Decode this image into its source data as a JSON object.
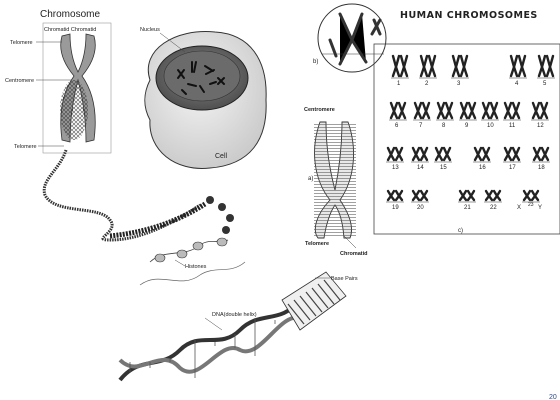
{
  "left_panel": {
    "title": "Chromosome",
    "chromatid_label": "Chromatid Chromatid",
    "telomere_top": "Telomere",
    "centromere": "Centromere",
    "telomere_bottom": "Telomere",
    "nucleus": "Nucleus",
    "cell": "Cell",
    "histones": "Histones",
    "base_pairs": "Base Pairs",
    "dna": "DNA(double helix)"
  },
  "right_panel": {
    "title": "HUMAN CHROMOSOMES",
    "panel_a": "a)",
    "panel_b": "b)",
    "panel_c": "c)",
    "centromere": "Centromere",
    "telomere": "Telomere",
    "chromatid": "Chromatid",
    "karyotype_rows": [
      [
        "1",
        "2",
        "3",
        "4",
        "5"
      ],
      [
        "6",
        "7",
        "8",
        "9",
        "10",
        "11",
        "12"
      ],
      [
        "13",
        "14",
        "15",
        "16",
        "17",
        "18"
      ],
      [
        "19",
        "20",
        "21",
        "22",
        "X",
        "23",
        "Y"
      ]
    ]
  },
  "page_number": "20"
}
